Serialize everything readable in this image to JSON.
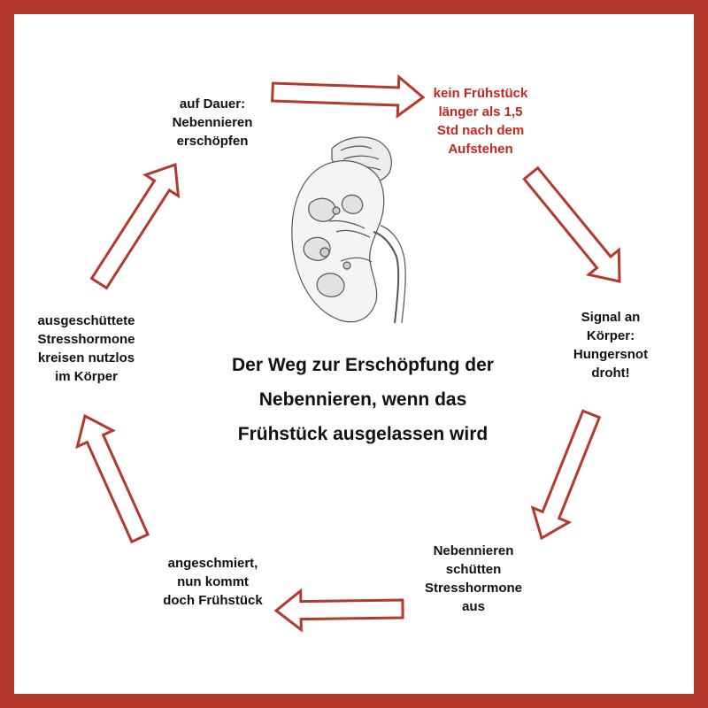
{
  "colors": {
    "frame": "#b5392b",
    "arrow_stroke": "#b5392b",
    "highlight_text": "#c8261b",
    "text": "#111111"
  },
  "title": "Der Weg zur Erschöpfung der\nNebennieren, wenn das\nFrühstück ausgelassen wird",
  "steps": [
    {
      "text": "kein Frühstück\nlänger als 1,5\nStd nach dem\nAufstehen"
    },
    {
      "text": "Signal an\nKörper:\nHungersnot\ndroht!"
    },
    {
      "text": "Nebennieren\nschütten\nStresshormone\naus"
    },
    {
      "text": "angeschmiert,\nnun kommt\ndoch Frühstück"
    },
    {
      "text": "ausgeschüttete\nStresshormone\nkreisen nutzlos\nim Körper"
    },
    {
      "text": "auf Dauer:\nNebennieren\nerschöpfen"
    }
  ],
  "illustration": {
    "icon": "kidney-adrenal-icon"
  }
}
